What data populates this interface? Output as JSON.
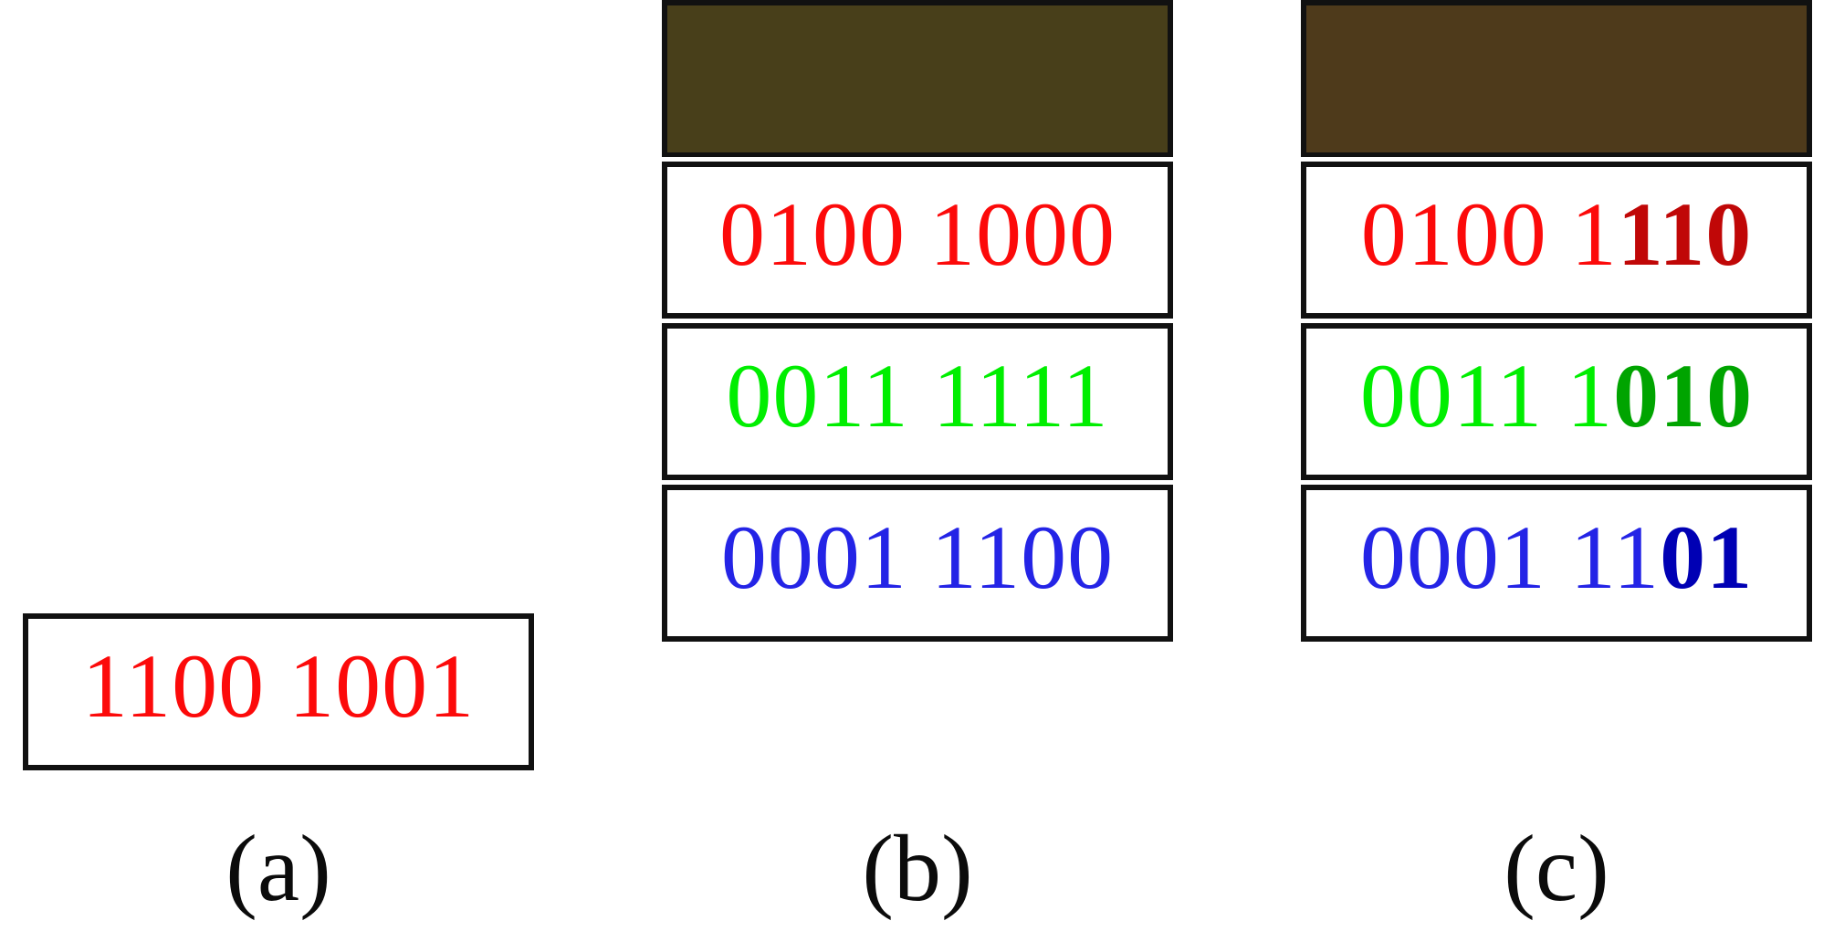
{
  "figure": {
    "background": "#ffffff",
    "type": "diagram",
    "description": "Three-panel bit-plane / LSB-substitution illustration"
  },
  "colors": {
    "red": "#fc0a0a",
    "red_bold": "#c00707",
    "green": "#00ee00",
    "green_bold": "#00a400",
    "blue": "#2424e6",
    "blue_bold": "#0000b4",
    "border": "#111111",
    "caption": "#0b0b0b",
    "swatch_b": "#483f1a",
    "swatch_c": "#4e3a1b"
  },
  "panels": [
    {
      "id": "a",
      "caption": "(a)",
      "has_swatch": false,
      "rows": [
        {
          "channel": "red",
          "plain": "1100 1001",
          "bold": "",
          "color": "#fc0a0a"
        }
      ]
    },
    {
      "id": "b",
      "caption": "(b)",
      "has_swatch": true,
      "swatch_color": "#483f1a",
      "rows": [
        {
          "channel": "red",
          "plain": "0100 1000",
          "bold": "",
          "color": "#fc0a0a"
        },
        {
          "channel": "green",
          "plain": "0011 1111",
          "bold": "",
          "color": "#00ee00"
        },
        {
          "channel": "blue",
          "plain": "0001 1100",
          "bold": "",
          "color": "#2424e6"
        }
      ]
    },
    {
      "id": "c",
      "caption": "(c)",
      "has_swatch": true,
      "swatch_color": "#4e3a1b",
      "rows": [
        {
          "channel": "red",
          "plain": "0100 1",
          "bold": "110",
          "color": "#fc0a0a",
          "bold_color": "#c00707"
        },
        {
          "channel": "green",
          "plain": "0011 1",
          "bold": "010",
          "color": "#00ee00",
          "bold_color": "#00a400"
        },
        {
          "channel": "blue",
          "plain": "0001 11",
          "bold": "01",
          "color": "#2424e6",
          "bold_color": "#0000b4"
        }
      ]
    }
  ]
}
